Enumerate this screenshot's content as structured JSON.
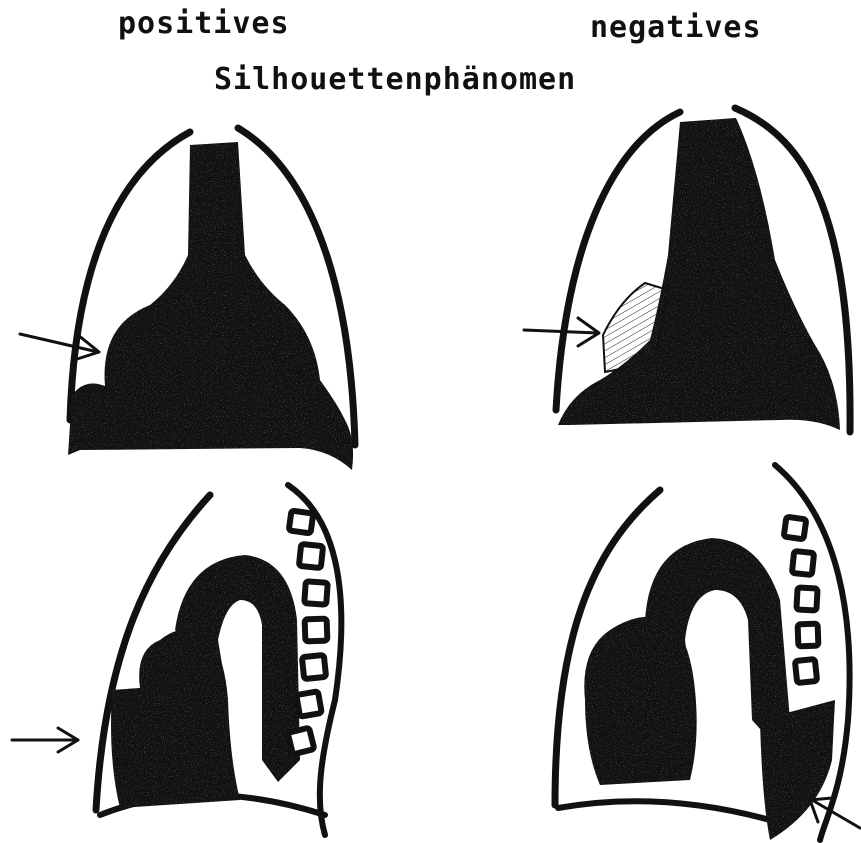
{
  "labels": {
    "positive": "positives",
    "negative": "negatives",
    "title": "Silhouettenphänomen"
  },
  "colors": {
    "ink": "#111111",
    "paper": "#ffffff",
    "speckle": "#ffffff"
  },
  "panels": [
    "frontal-positive",
    "frontal-negative",
    "lateral-positive",
    "lateral-negative"
  ]
}
